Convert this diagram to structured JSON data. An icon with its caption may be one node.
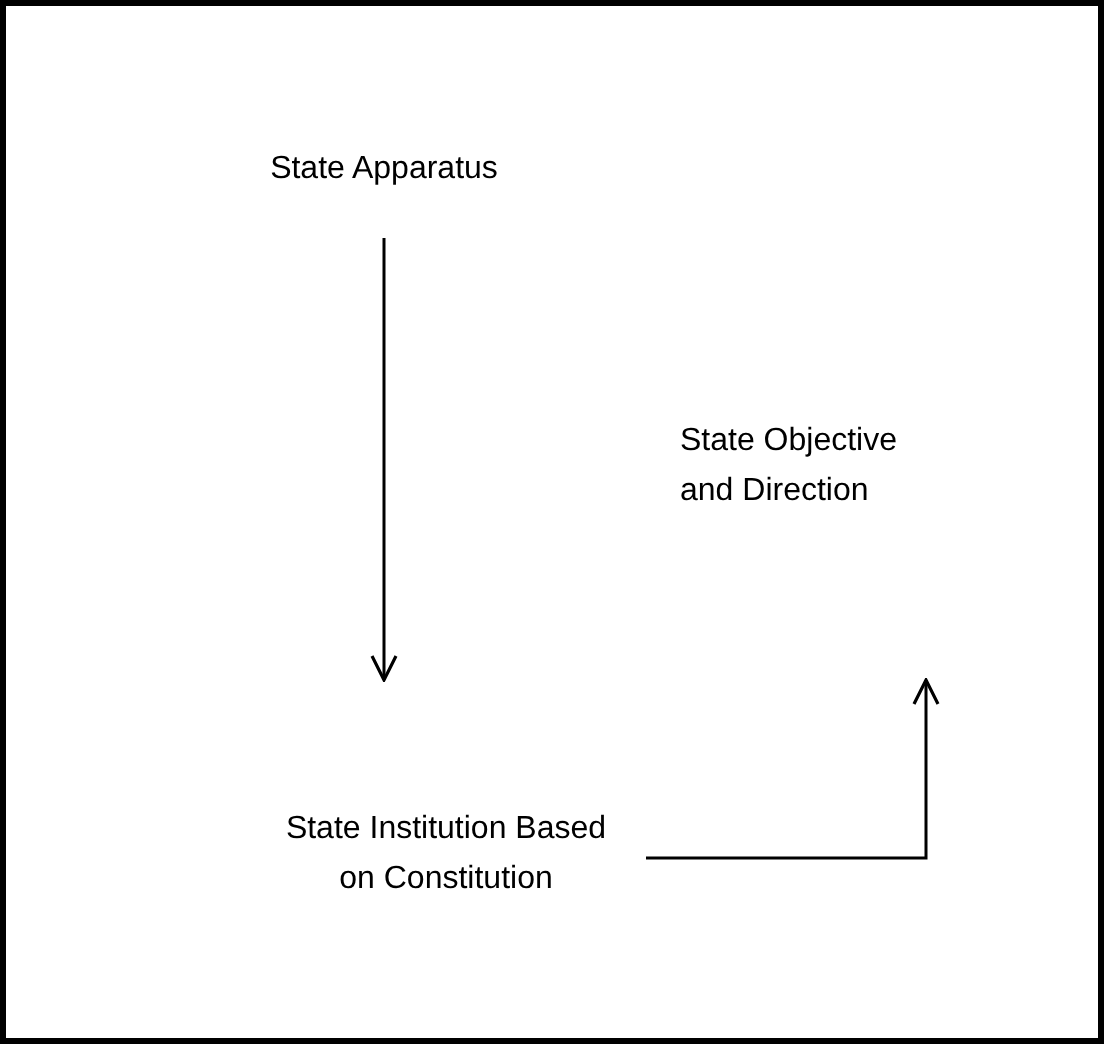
{
  "diagram": {
    "nodes": [
      {
        "text": [
          "State Apparatus"
        ]
      },
      {
        "text": [
          "State Objective and Direction"
        ]
      },
      {
        "text": [
          "State Institution Based on Constitution"
        ]
      }
    ],
    "edges": [
      {
        "from": 0,
        "to": 2,
        "arrow": "to"
      },
      {
        "from": 2,
        "to": 1,
        "arrow": "to"
      }
    ]
  }
}
